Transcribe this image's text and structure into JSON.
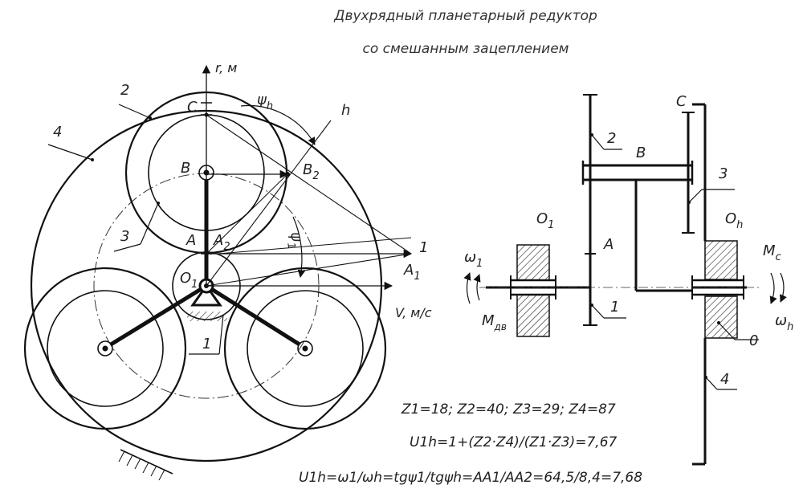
{
  "title": {
    "line1": "Двухрядный планетарный редуктор",
    "line2": "со смешанным зацеплением"
  },
  "kinematic_view": {
    "axis_r": "r, м",
    "axis_v": "V, м/с",
    "labels": {
      "c": "C",
      "b": "B",
      "b2": "B",
      "b2_sub": "2",
      "a": "A",
      "a2": "A",
      "a2_sub": "2",
      "a1": "A",
      "a1_sub": "1",
      "o1": "O",
      "o1_sub": "1",
      "h": "h",
      "psi_h": "ψ",
      "psi_h_sub": "h",
      "psi_1": "ψ",
      "psi_1_sub": "1",
      "line_1": "1"
    },
    "callouts": {
      "gear2": "2",
      "gear4": "4",
      "gear3": "3",
      "gear1": "1"
    }
  },
  "scheme_view": {
    "labels": {
      "c": "C",
      "b": "B",
      "a": "A",
      "o1": "O",
      "o1_sub": "1",
      "oh": "O",
      "oh_sub": "h",
      "omega1": "ω",
      "omega1_sub": "1",
      "omegah": "ω",
      "omegah_sub": "h",
      "mc": "M",
      "mc_sub": "c",
      "mdv": "M",
      "mdv_sub": "дв"
    },
    "callouts": {
      "gear2": "2",
      "gear3": "3",
      "gear1": "1",
      "frame0": "0",
      "gear4": "4"
    }
  },
  "formulas": {
    "line1": "Z1=18; Z2=40; Z3=29; Z4=87",
    "line2": "U1h=1+(Z2·Z4)/(Z1·Z3)=7,67",
    "line3": "U1h=ω1/ωh=tgψ1/tgψh=AA1/AA2=64,5/8,4=7,68"
  }
}
